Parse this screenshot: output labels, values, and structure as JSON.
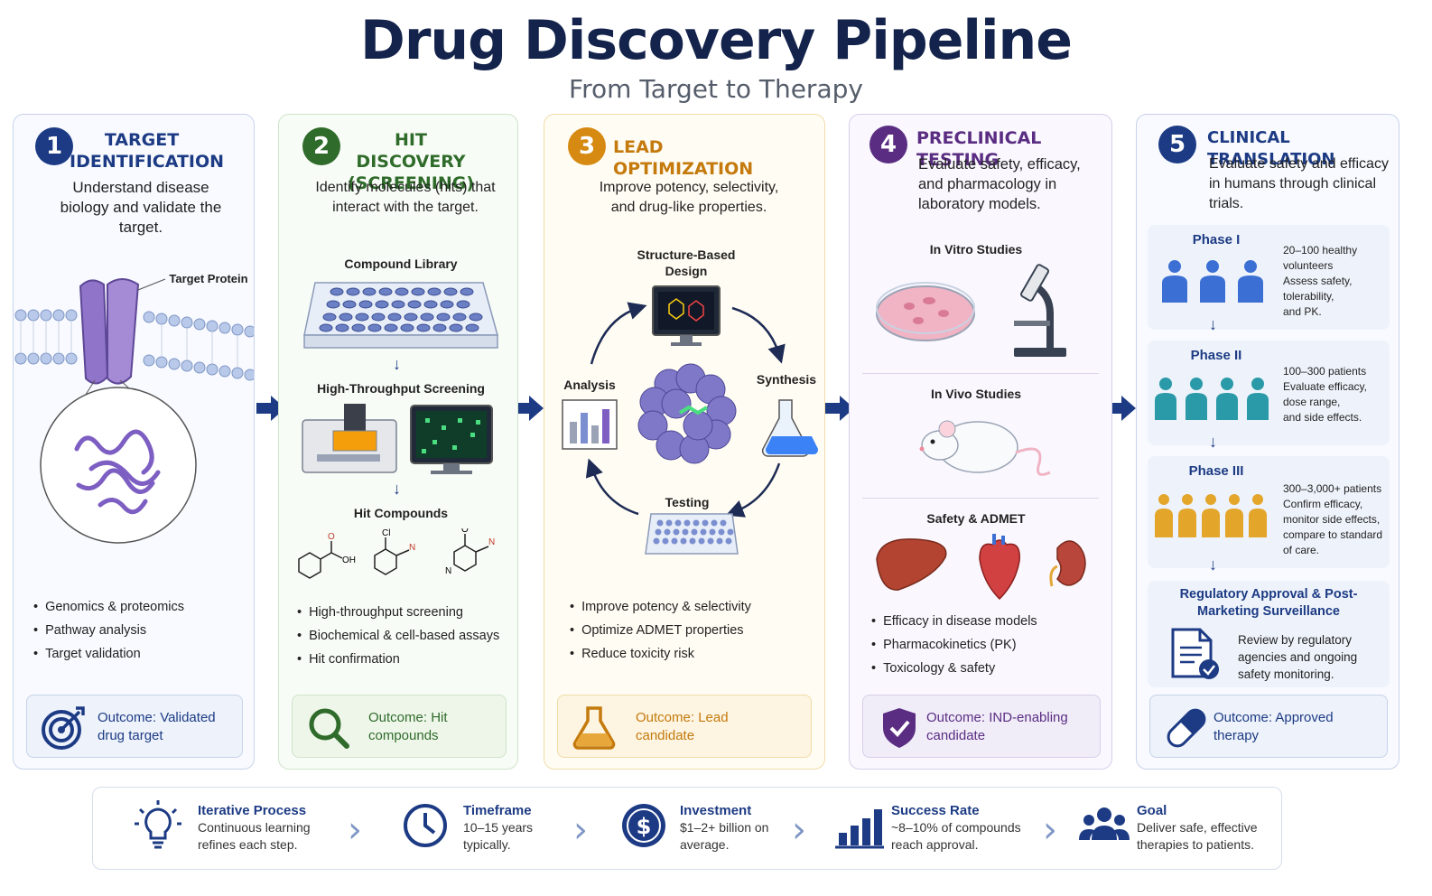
{
  "header": {
    "title": "Drug Discovery Pipeline",
    "subtitle": "From Target to Therapy"
  },
  "colors": {
    "navy": "#14234b",
    "stage1": "#1d3b84",
    "stage2": "#2f6b2a",
    "stage3": "#d68a12",
    "stage4": "#5a2d82",
    "stage5": "#1d3b84"
  },
  "stages": [
    {
      "number": "1",
      "title": "TARGET IDENTIFICATION",
      "description": "Understand disease biology and validate the target.",
      "labels": {
        "protein": "Target Protein"
      },
      "bullets": [
        "Genomics & proteomics",
        "Pathway analysis",
        "Target validation"
      ],
      "outcome": "Outcome: Validated drug target",
      "icon": "target-icon"
    },
    {
      "number": "2",
      "title": "HIT DISCOVERY (SCREENING)",
      "description": "Identify molecules (hits) that interact with the target.",
      "labels": {
        "library": "Compound Library",
        "hts": "High-Throughput Screening",
        "hits": "Hit Compounds"
      },
      "bullets": [
        "High-throughput screening",
        "Biochemical & cell-based assays",
        "Hit confirmation"
      ],
      "outcome": "Outcome: Hit compounds",
      "icon": "magnifier-icon"
    },
    {
      "number": "3",
      "title": "LEAD OPTIMIZATION",
      "description": "Improve potency, selectivity, and drug-like properties.",
      "labels": {
        "design": "Structure-Based Design",
        "analysis": "Analysis",
        "synthesis": "Synthesis",
        "testing": "Testing"
      },
      "bullets": [
        "Improve potency & selectivity",
        "Optimize ADMET properties",
        "Reduce toxicity risk"
      ],
      "outcome": "Outcome: Lead candidate",
      "icon": "flask-icon"
    },
    {
      "number": "4",
      "title": "PRECLINICAL TESTING",
      "description": "Evaluate safety, efficacy, and pharmacology in laboratory models.",
      "labels": {
        "invitro": "In Vitro Studies",
        "invivo": "In Vivo Studies",
        "admet": "Safety & ADMET"
      },
      "bullets": [
        "Efficacy in disease models",
        "Pharmacokinetics (PK)",
        "Toxicology & safety"
      ],
      "outcome": "Outcome: IND-enabling candidate",
      "icon": "shield-check-icon"
    },
    {
      "number": "5",
      "title": "CLINICAL TRANSLATION",
      "description": "Evaluate safety and efficacy in humans through clinical trials.",
      "phases": [
        {
          "name": "Phase I",
          "text": [
            "20–100 healthy",
            "volunteers",
            "Assess safety,",
            "tolerability,",
            "and PK."
          ]
        },
        {
          "name": "Phase II",
          "text": [
            "100–300 patients",
            "Evaluate efficacy,",
            "dose range,",
            "and side effects."
          ]
        },
        {
          "name": "Phase III",
          "text": [
            "300–3,000+ patients",
            "Confirm efficacy,",
            "monitor side effects,",
            "compare to standard",
            "of care."
          ]
        }
      ],
      "regulatory": {
        "title": "Regulatory Approval & Post-Marketing Surveillance",
        "text": "Review by regulatory agencies and ongoing safety monitoring."
      },
      "outcome": "Outcome: Approved therapy",
      "icon": "capsule-icon"
    }
  ],
  "footer": [
    {
      "heading": "Iterative Process",
      "body": "Continuous learning refines each step.",
      "icon": "lightbulb-icon"
    },
    {
      "heading": "Timeframe",
      "body": "10–15 years typically.",
      "icon": "clock-icon"
    },
    {
      "heading": "Investment",
      "body": "$1–2+ billion on average.",
      "icon": "dollar-icon"
    },
    {
      "heading": "Success Rate",
      "body": "~8–10% of compounds reach approval.",
      "icon": "bar-chart-icon"
    },
    {
      "heading": "Goal",
      "body": "Deliver safe, effective therapies to patients.",
      "icon": "people-icon"
    }
  ]
}
